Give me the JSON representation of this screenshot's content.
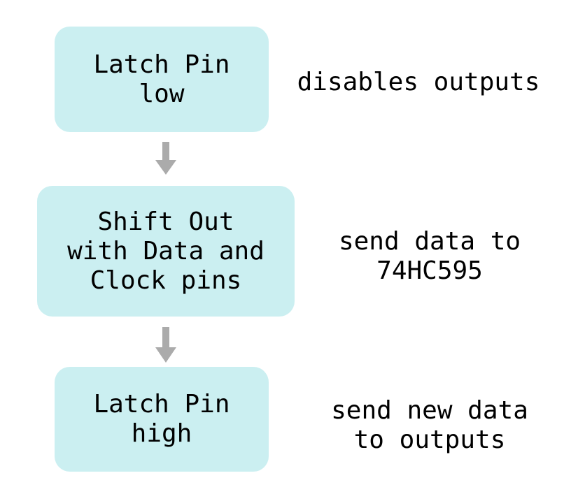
{
  "diagram": {
    "title": "74HC595 shift register latch sequence flowchart",
    "colors": {
      "node_fill": "#cbeff1",
      "arrow": "#ababab",
      "text": "#000000",
      "background": "#ffffff"
    },
    "nodes": [
      {
        "id": "latch-pin-low",
        "label": "Latch Pin\nlow",
        "lines": [
          "Latch Pin",
          "low"
        ]
      },
      {
        "id": "shift-out",
        "label": "Shift Out\nwith Data and\nClock pins",
        "lines": [
          "Shift Out",
          "with Data and",
          "Clock pins"
        ]
      },
      {
        "id": "latch-pin-high",
        "label": "Latch Pin\nhigh",
        "lines": [
          "Latch Pin",
          "high"
        ]
      }
    ],
    "annotations": [
      {
        "id": "disables-outputs",
        "text": "disables outputs",
        "lines": [
          "disables outputs"
        ]
      },
      {
        "id": "send-data-to-74hc595",
        "text": "send data to\n74HC595",
        "lines": [
          "send data to",
          "74HC595"
        ]
      },
      {
        "id": "send-new-data-to-outputs",
        "text": "send new data\nto outputs",
        "lines": [
          "send new data",
          "to outputs"
        ]
      }
    ],
    "connectors": [
      {
        "id": "arrow-low-to-shift",
        "icon": "arrow-down-icon",
        "from": "latch-pin-low",
        "to": "shift-out"
      },
      {
        "id": "arrow-shift-to-high",
        "icon": "arrow-down-icon",
        "from": "shift-out",
        "to": "latch-pin-high"
      }
    ]
  }
}
